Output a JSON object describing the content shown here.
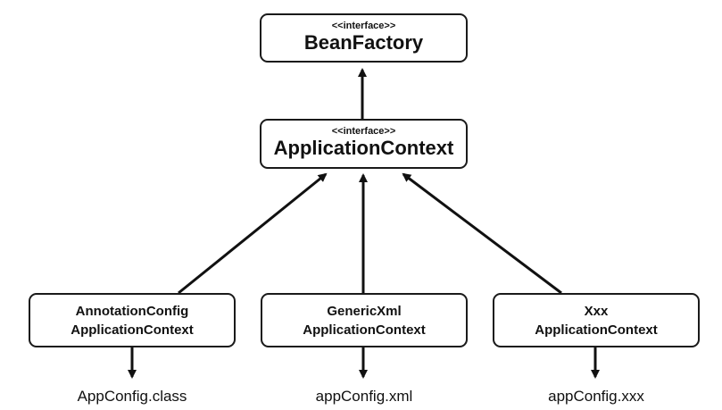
{
  "bean_factory": {
    "stereotype": "<<interface>>",
    "name": "BeanFactory"
  },
  "application_context": {
    "stereotype": "<<interface>>",
    "name": "ApplicationContext"
  },
  "implementations": [
    {
      "line1": "AnnotationConfig",
      "line2": "ApplicationContext",
      "config": "AppConfig.class"
    },
    {
      "line1": "GenericXml",
      "line2": "ApplicationContext",
      "config": "appConfig.xml"
    },
    {
      "line1": "Xxx",
      "line2": "ApplicationContext",
      "config": "appConfig.xxx"
    }
  ]
}
